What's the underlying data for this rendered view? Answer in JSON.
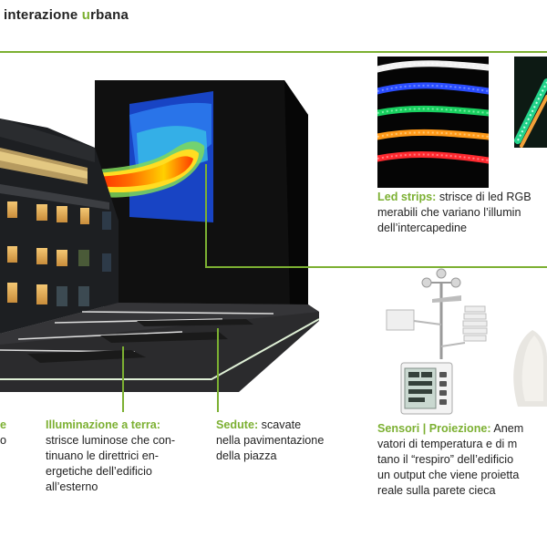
{
  "title": {
    "prefix": "i",
    "part1": "nterazione ",
    "accent_u": "u",
    "part2": "rbana"
  },
  "colors": {
    "accent": "#7cb032",
    "text": "#222222"
  },
  "icons": [
    "weather-station-icon",
    "sensor-device-icon"
  ],
  "captions": {
    "edge_left": {
      "lines": [
        "e",
        "o"
      ]
    },
    "illuminazione": {
      "heading": "Illuminazione a terra:",
      "lines": [
        "strisce luminose che con-",
        "tinuano le direttrici en-",
        "ergetiche dell’edificio",
        "all’esterno"
      ]
    },
    "sedute": {
      "heading": "Sedute:",
      "first_rest": " scavate",
      "lines": [
        "nella pavimentazione",
        "della piazza"
      ]
    },
    "led": {
      "heading": "Led strips:",
      "first_rest": " strisce di led RGB",
      "lines": [
        "merabili che variano l’illumin",
        "dell’intercapedine"
      ]
    },
    "sensori": {
      "heading": "Sensori | Proiezione:",
      "first_rest": " Anem",
      "lines": [
        "vatori di temperatura e di m",
        "tano il “respiro” dell’edificio",
        "un output che viene proietta",
        "reale sulla parete cieca"
      ]
    }
  }
}
